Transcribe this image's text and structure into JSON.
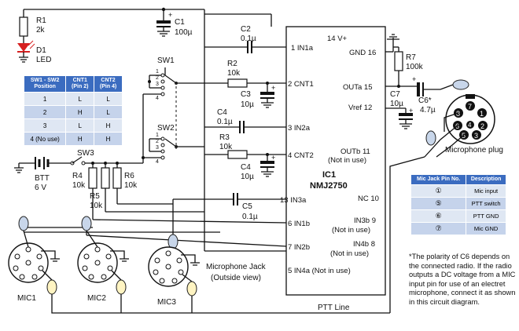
{
  "components": {
    "r1": {
      "name": "R1",
      "value": "2k"
    },
    "d1": {
      "name": "D1",
      "value": "LED"
    },
    "c1": {
      "name": "C1",
      "value": "100µ"
    },
    "c2": {
      "name": "C2",
      "value": "0.1µ"
    },
    "c3": {
      "name": "C3",
      "value": "10µ"
    },
    "c4a": {
      "name": "C4",
      "value": "0.1µ"
    },
    "c4b": {
      "name": "C4",
      "value": "10µ"
    },
    "c5": {
      "name": "C5",
      "value": "0.1µ"
    },
    "c6": {
      "name": "C6*",
      "value": "4.7µ"
    },
    "c7": {
      "name": "C7",
      "value": "10µ"
    },
    "r2": {
      "name": "R2",
      "value": "10k"
    },
    "r3": {
      "name": "R3",
      "value": "10k"
    },
    "r4": {
      "name": "R4",
      "value": "10k"
    },
    "r5": {
      "name": "R5",
      "value": "10k"
    },
    "r6": {
      "name": "R6",
      "value": "10k"
    },
    "r7": {
      "name": "R7",
      "value": "100k"
    },
    "sw1": {
      "name": "SW1"
    },
    "sw2": {
      "name": "SW2"
    },
    "sw3": {
      "name": "SW3"
    },
    "btt": {
      "name": "BTT",
      "value": "6 V"
    },
    "plus": "+",
    "sw_pins": [
      "1",
      "2",
      "3",
      "4"
    ]
  },
  "ic": {
    "name": "IC1",
    "part": "NMJ2750",
    "left_pins": [
      "1  IN1a",
      "2  CNT1",
      "3  IN2a",
      "4  CNT2",
      "13  IN3a",
      "6  IN1b",
      "7  IN2b",
      "5  IN4a (Not in use)"
    ],
    "right_pins": [
      "14  V+",
      "GND  16",
      "OUTa  15",
      "Vref  12",
      "OUTb  11",
      "NC  10",
      "IN3b  9",
      "IN4b  8"
    ],
    "right_notes": [
      "(Not in use)",
      "(Not in use)",
      "(Not in use)"
    ]
  },
  "labels": {
    "microphone_plug": "Microphone plug",
    "microphone_jack": "Microphone Jack",
    "outside_view": "(Outside view)",
    "ptt_line": "PTT Line",
    "mics": [
      "MIC1",
      "MIC2",
      "MIC3"
    ],
    "plug_pins": [
      "1",
      "2",
      "3",
      "4",
      "5",
      "6",
      "7",
      "8"
    ]
  },
  "switch_table": {
    "headers": [
      "SW1 - SW2 Position",
      "CNT1 (Pin 2)",
      "CNT2 (Pin 4)"
    ],
    "rows": [
      [
        "1",
        "L",
        "L"
      ],
      [
        "2",
        "H",
        "L"
      ],
      [
        "3",
        "L",
        "H"
      ],
      [
        "4 (No use)",
        "H",
        "H"
      ]
    ]
  },
  "mic_table": {
    "headers": [
      "Mic Jack Pin No.",
      "Description"
    ],
    "rows": [
      [
        "①",
        "Mic input"
      ],
      [
        "⑤",
        "PTT switch"
      ],
      [
        "⑥",
        "PTT GND"
      ],
      [
        "⑦",
        "Mic GND"
      ]
    ]
  },
  "note": "*The polarity of C6 depends on the connected radio. If the radio outputs a DC voltage from a MIC input pin for use of an electret microphone, connect it as shown in this circuit diagram.",
  "colors": {
    "table_header": "#3b6cc0",
    "table_row_light": "#dfe7f3",
    "table_row_dark": "#c5d3eb",
    "led": "#d62020",
    "pin_blue": "#c8d6ea",
    "pin_yellow": "#fff4c2"
  }
}
